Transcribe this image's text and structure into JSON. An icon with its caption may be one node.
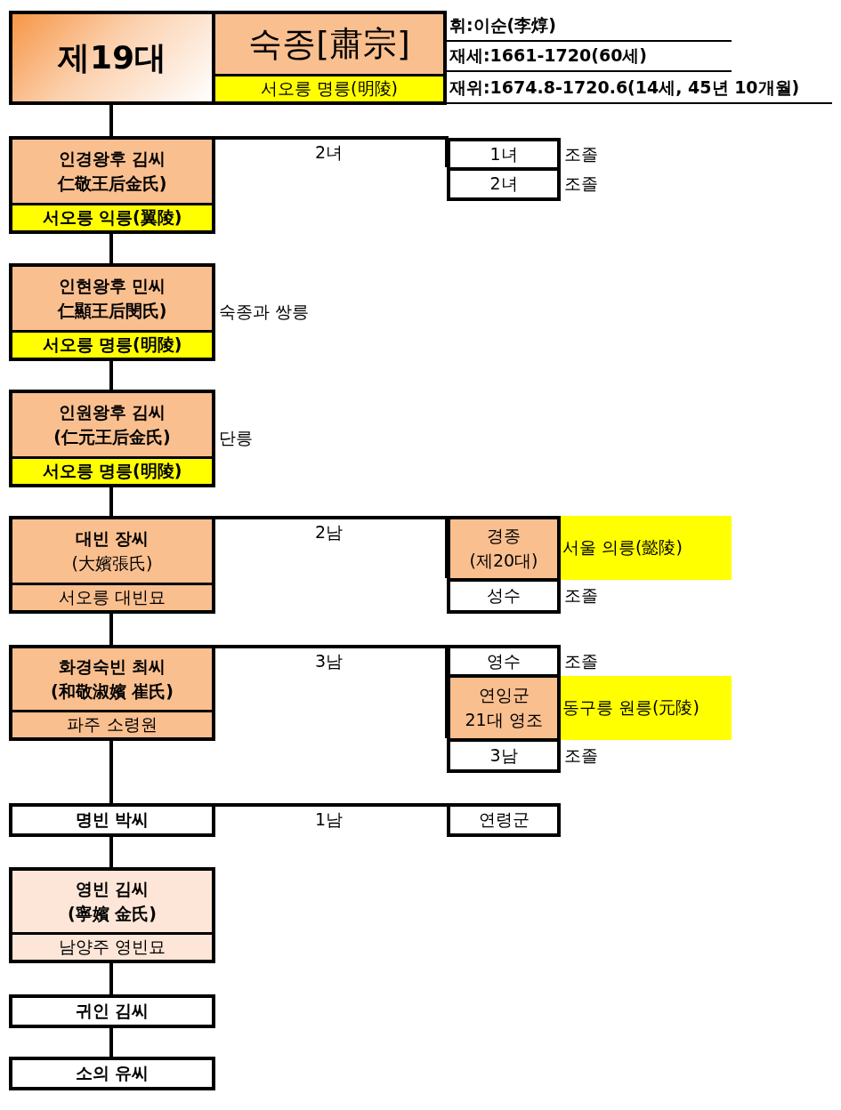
{
  "diagram": {
    "nodes": [
      {
        "text": [
          "제19대"
        ]
      },
      {
        "text": [
          "숙종[肅宗]",
          "서오릉 명릉(明陵)"
        ]
      },
      {
        "text": [
          "인경왕후 김씨",
          "仁敬王后金氏)",
          "서오릉 익릉(翼陵)"
        ]
      },
      {
        "text": [
          "1녀"
        ],
        "beside": [
          "조졸"
        ]
      },
      {
        "text": [
          "2녀"
        ],
        "beside": [
          "조졸"
        ]
      },
      {
        "text": [
          "인현왕후 민씨",
          "仁顯王后閔氏)",
          "서오릉 명릉(明陵)"
        ],
        "beside": [
          "숙종과 쌍릉"
        ]
      },
      {
        "text": [
          "인원왕후 김씨",
          "(仁元王后金氏)",
          "서오릉 명릉(明陵)"
        ],
        "beside": [
          "단릉"
        ]
      },
      {
        "text": [
          "대빈 장씨",
          "(大嬪張氏)",
          "서오릉 대빈묘"
        ]
      },
      {
        "text": [
          "경종",
          "(제20대)"
        ]
      },
      {
        "text": [
          "서울 의릉(懿陵)"
        ]
      },
      {
        "text": [
          "성수"
        ],
        "beside": [
          "조졸"
        ]
      },
      {
        "text": [
          "화경숙빈 최씨",
          "(和敬淑嬪 崔氏)",
          "파주 소령원"
        ]
      },
      {
        "text": [
          "영수"
        ],
        "beside": [
          "조졸"
        ]
      },
      {
        "text": [
          "연잉군",
          "21대 영조"
        ]
      },
      {
        "text": [
          "동구릉 원릉(元陵)"
        ]
      },
      {
        "text": [
          "3남"
        ],
        "beside": [
          "조졸"
        ]
      },
      {
        "text": [
          "명빈 박씨"
        ]
      },
      {
        "text": [
          "연령군"
        ]
      },
      {
        "text": [
          "영빈 김씨",
          "(寧嬪 金氏)",
          "남양주 영빈묘"
        ]
      },
      {
        "text": [
          "귀인 김씨"
        ]
      },
      {
        "text": [
          "소의 유씨"
        ]
      }
    ],
    "edges": [
      {
        "from": 0,
        "to": 2,
        "arrow": "none"
      },
      {
        "from": 2,
        "to": 3,
        "arrow": "none",
        "label": "2녀"
      },
      {
        "from": 2,
        "to": 4,
        "arrow": "none"
      },
      {
        "from": 2,
        "to": 5,
        "arrow": "none"
      },
      {
        "from": 5,
        "to": 6,
        "arrow": "none"
      },
      {
        "from": 6,
        "to": 7,
        "arrow": "none"
      },
      {
        "from": 7,
        "to": 8,
        "arrow": "none",
        "label": "2남"
      },
      {
        "from": 7,
        "to": 10,
        "arrow": "none"
      },
      {
        "from": 7,
        "to": 11,
        "arrow": "none"
      },
      {
        "from": 11,
        "to": 12,
        "arrow": "none",
        "label": "3남"
      },
      {
        "from": 11,
        "to": 13,
        "arrow": "none"
      },
      {
        "from": 11,
        "to": 15,
        "arrow": "none"
      },
      {
        "from": 11,
        "to": 16,
        "arrow": "none"
      },
      {
        "from": 16,
        "to": 17,
        "arrow": "none",
        "label": "1남"
      },
      {
        "from": 16,
        "to": 18,
        "arrow": "none"
      },
      {
        "from": 18,
        "to": 19,
        "arrow": "none"
      },
      {
        "from": 19,
        "to": 20,
        "arrow": "none"
      }
    ],
    "labels": [
      "휘:이순(李焞)",
      "재세:1661-1720(60세)",
      "재위:1674.8-1720.6(14세, 45년 10개월)"
    ]
  }
}
